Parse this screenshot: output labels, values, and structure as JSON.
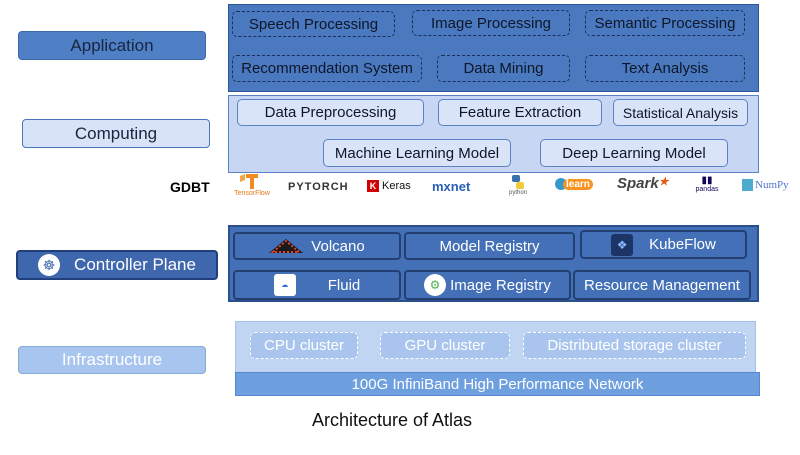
{
  "layers": {
    "application": "Application",
    "computing": "Computing",
    "controller_plane": "Controller Plane",
    "infrastructure": "Infrastructure"
  },
  "application": {
    "items": [
      "Speech Processing",
      "Image Processing",
      "Semantic Processing",
      "Recommendation System",
      "Data Mining",
      "Text Analysis"
    ]
  },
  "computing": {
    "items": [
      "Data Preprocessing",
      "Feature Extraction",
      "Statistical Analysis",
      "Machine Learning Model",
      "Deep Learning Model"
    ]
  },
  "frameworks": {
    "gdbt": "GDBT",
    "tensorflow": "TensorFlow",
    "pytorch": "PYTORCH",
    "keras": "Keras",
    "mxnet": "mxnet",
    "python": "python",
    "sklearn": "learn",
    "spark": "Spark",
    "pandas": "pandas",
    "numpy": "NumPy"
  },
  "controller": {
    "volcano": "Volcano",
    "model_registry": "Model Registry",
    "kubeflow": "KubeFlow",
    "fluid": "Fluid",
    "image_registry": "Image Registry",
    "resource_management": "Resource Management"
  },
  "infrastructure": {
    "cpu": "CPU cluster",
    "gpu": "GPU cluster",
    "storage": "Distributed storage cluster",
    "network": "100G InfiniBand High Performance Network"
  },
  "caption": "Architecture of Atlas",
  "colors": {
    "app_panel": "#4a79c0",
    "computing_panel": "#c7d7f3",
    "controller_panel": "#4370b6",
    "infra_panel": "#c0d5f2"
  }
}
